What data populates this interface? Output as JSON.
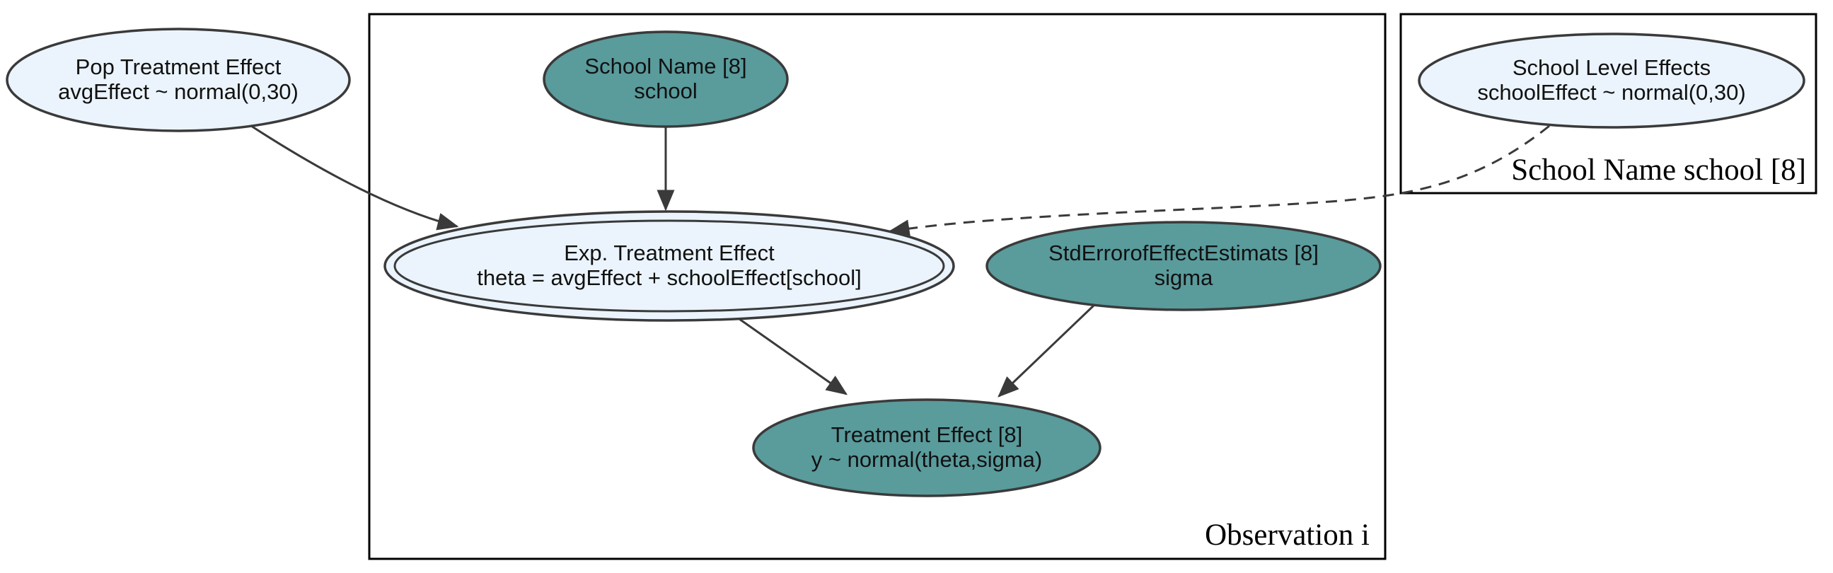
{
  "colors": {
    "background": "#ffffff",
    "line": "#3a3a3a",
    "plate_border": "#000000",
    "text": "#111111",
    "node_teal": "#5a9b9c",
    "node_blue": "#ebf4fc"
  },
  "plates": {
    "observation": {
      "label": "Observation i"
    },
    "school": {
      "label": "School Name school [8]"
    }
  },
  "nodes": {
    "pop_effect": {
      "line1": "Pop Treatment Effect",
      "line2": "avgEffect ~ normal(0,30)",
      "fill": "#ebf4fc",
      "shape": "ellipse"
    },
    "school_name": {
      "line1": "School Name [8]",
      "line2": "school",
      "fill": "#5a9b9c",
      "shape": "ellipse"
    },
    "school_level": {
      "line1": "School Level Effects",
      "line2": "schoolEffect ~ normal(0,30)",
      "fill": "#ebf4fc",
      "shape": "ellipse"
    },
    "exp_effect": {
      "line1": "Exp. Treatment Effect",
      "line2": "theta = avgEffect + schoolEffect[school]",
      "fill": "#ebf4fc",
      "shape": "double-ellipse"
    },
    "std_error": {
      "line1": "StdErrorofEffectEstimats [8]",
      "line2": "sigma",
      "fill": "#5a9b9c",
      "shape": "ellipse"
    },
    "treatment": {
      "line1": "Treatment Effect [8]",
      "line2": "y ~ normal(theta,sigma)",
      "fill": "#5a9b9c",
      "shape": "ellipse"
    }
  },
  "edges": [
    {
      "from": "pop_effect",
      "to": "exp_effect",
      "style": "solid"
    },
    {
      "from": "school_name",
      "to": "exp_effect",
      "style": "solid"
    },
    {
      "from": "school_level",
      "to": "exp_effect",
      "style": "dashed"
    },
    {
      "from": "exp_effect",
      "to": "treatment",
      "style": "solid"
    },
    {
      "from": "std_error",
      "to": "treatment",
      "style": "solid"
    }
  ]
}
